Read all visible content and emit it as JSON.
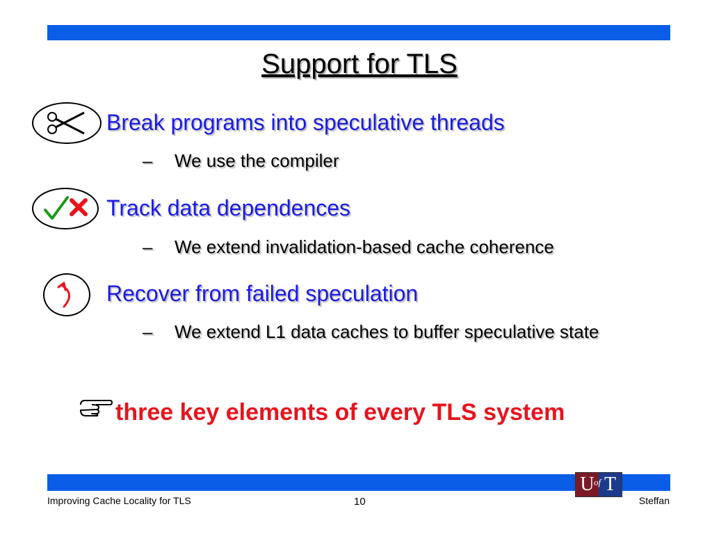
{
  "slide": {
    "title": "Support for TLS",
    "bullets": [
      {
        "text": "Break programs into speculative threads",
        "icon": "scissors-icon",
        "sub": "We use the compiler"
      },
      {
        "text": "Track data dependences",
        "icon": "check-cross-icon",
        "sub": "We extend invalidation-based cache coherence"
      },
      {
        "text": "Recover from failed speculation",
        "icon": "undo-arrow-icon",
        "sub": "We extend L1 data caches to buffer speculative state"
      }
    ],
    "dash": "–",
    "key_point": "three key elements of every TLS system",
    "hand_icon": "pointing-hand-icon"
  },
  "footer": {
    "left": "Improving Cache Locality for TLS",
    "page": "10",
    "right": "Steffan",
    "logo": {
      "u": "U",
      "of": "of",
      "t": "T"
    }
  },
  "colors": {
    "bar": "#0a5de6",
    "bullet_text": "#1a1ae6",
    "key_text": "#e6141e"
  }
}
